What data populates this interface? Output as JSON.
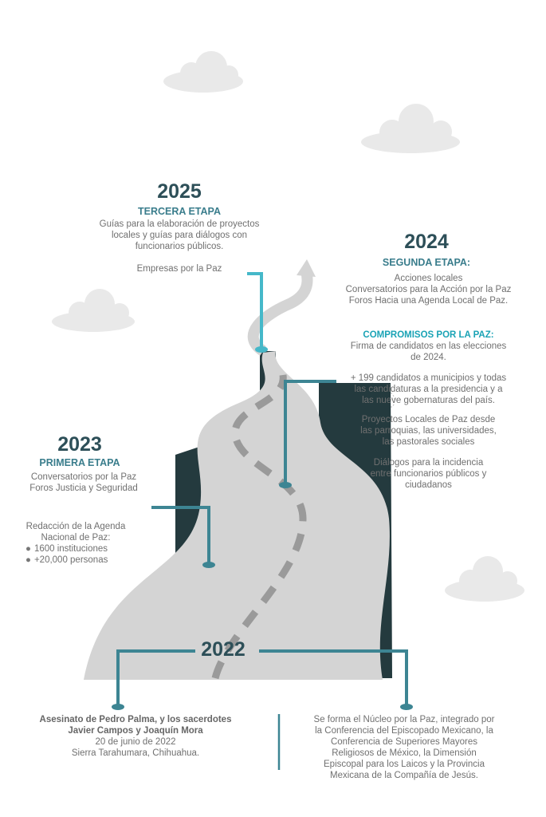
{
  "y2025": {
    "year": "2025",
    "stage": "TERCERA ETAPA",
    "lines": [
      "Guías para la elaboración de proyectos",
      "locales y guías para diálogos con",
      "funcionarios públicos."
    ],
    "extra": "Empresas por la Paz"
  },
  "y2024": {
    "year": "2024",
    "stage": "SEGUNDA ETAPA:",
    "actions": [
      "Acciones locales",
      "Conversatorios para la Acción por la Paz",
      "Foros Hacia una Agenda Local de Paz."
    ],
    "compromisos_title": "COMPROMISOS POR LA PAZ:",
    "firma": [
      "Firma de candidatos en las elecciones",
      "de 2024."
    ],
    "candidatos": [
      "+ 199 candidatos a municipios y todas",
      "las candidaturas a la presidencia y a",
      "las nueve gobernaturas del país."
    ],
    "proyectos": [
      "Proyectos Locales de Paz desde",
      "las parroquias, las universidades,",
      "las pastorales sociales"
    ],
    "dialogos": [
      "Diálogos para la incidencia",
      "entre funcionarios públicos y",
      "ciudadanos"
    ]
  },
  "y2023": {
    "year": "2023",
    "stage": "PRIMERA ETAPA",
    "lines": [
      "Conversatorios por la Paz",
      "Foros Justicia y Seguridad"
    ],
    "agenda": [
      "Redacción de la Agenda",
      "Nacional de Paz:"
    ],
    "bullets": [
      "1600 instituciones",
      "+20,000 personas"
    ]
  },
  "y2022": {
    "year": "2022",
    "left": {
      "title": [
        "Asesinato de Pedro Palma, y los sacerdotes",
        "Javier Campos y Joaquín Mora"
      ],
      "date": "20 de junio de 2022",
      "place": "Sierra Tarahumara, Chihuahua."
    },
    "right": [
      "Se forma el Núcleo por la Paz, integrado por",
      "la Conferencia del Episcopado Mexicano, la",
      "Conferencia de Superiores Mayores",
      "Religiosos de México, la Dimensión",
      "Episcopal para los Laicos y la Provincia",
      "Mexicana de la Compañía de Jesús."
    ]
  },
  "colors": {
    "dark": "#243a3e",
    "road": "#d4d4d4",
    "teal": "#3d8593",
    "cyan": "#45b8c9"
  }
}
